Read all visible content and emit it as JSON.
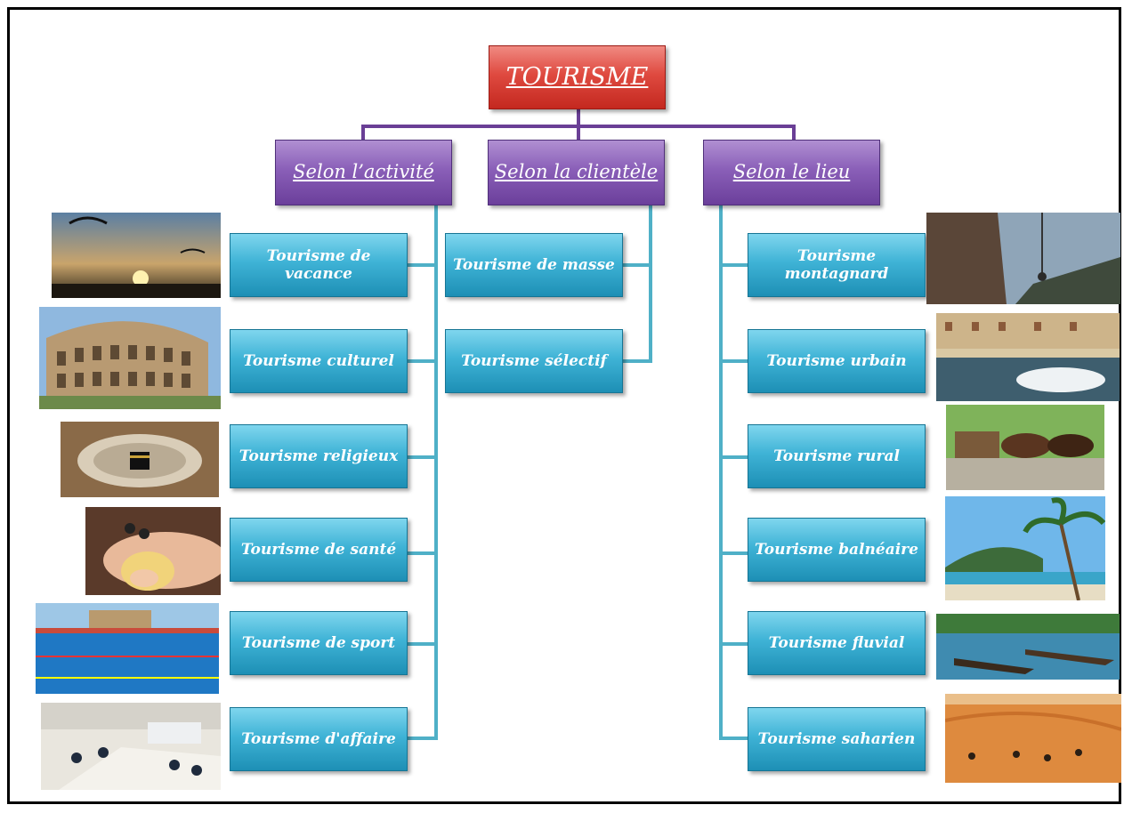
{
  "diagram": {
    "root": {
      "label": "TOURISME",
      "color": "#d63b31"
    },
    "categories": [
      {
        "label": "Selon l’activité"
      },
      {
        "label": "Selon la clientèle"
      },
      {
        "label": "Selon le lieu"
      }
    ],
    "activity_items": [
      {
        "label": "Tourisme de vacance",
        "image": "paragliding-sunset-photo"
      },
      {
        "label": "Tourisme culturel",
        "image": "colosseum-photo"
      },
      {
        "label": "Tourisme religieux",
        "image": "kaaba-pilgrimage-photo"
      },
      {
        "label": "Tourisme de santé",
        "image": "spa-massage-photo"
      },
      {
        "label": "Tourisme de sport",
        "image": "swimming-pool-photo"
      },
      {
        "label": "Tourisme d'affaire",
        "image": "business-meeting-photo"
      }
    ],
    "clientele_items": [
      {
        "label": "Tourisme de masse"
      },
      {
        "label": "Tourisme sélectif"
      }
    ],
    "place_items": [
      {
        "label": "Tourisme montagnard",
        "image": "mountain-climber-photo"
      },
      {
        "label": "Tourisme urbain",
        "image": "city-canal-photo"
      },
      {
        "label": "Tourisme rural",
        "image": "horse-cart-photo"
      },
      {
        "label": "Tourisme balnéaire",
        "image": "palm-beach-photo"
      },
      {
        "label": "Tourisme fluvial",
        "image": "river-canoes-photo"
      },
      {
        "label": "Tourisme saharien",
        "image": "desert-dunes-photo"
      }
    ],
    "colors": {
      "category": "#7b4fae",
      "leaf": "#2aa3c8",
      "connector_top": "#6a3f96",
      "connector_leaf": "#4fb0c7"
    }
  }
}
